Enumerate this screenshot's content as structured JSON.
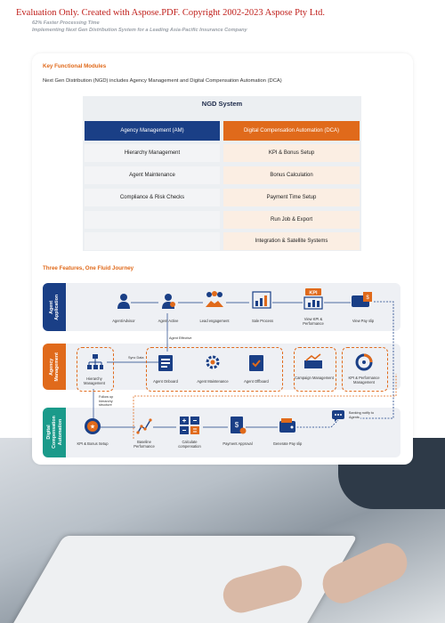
{
  "watermark": "Evaluation Only. Created with Aspose.PDF. Copyright 2002-2023 Aspose Pty Ltd.",
  "header": {
    "line1": "62% Faster Processing Time",
    "line2": "Implementing Next Gen Distribution System for a Leading Asia-Pacific Insurance Company"
  },
  "modules": {
    "title": "Key Functional Modules",
    "intro": "Next Gen Distribution (NGD) includes Agency Management and Digital Compensation Automation (DCA)"
  },
  "table": {
    "title": "NGD System",
    "col_am": "Agency Management (AM)",
    "col_dca": "Digital Compensation Automation (DCA)",
    "am": [
      "Hierarchy Management",
      "Agent Maintenance",
      "Compliance & Risk Checks"
    ],
    "dca": [
      "KPI & Bonus Setup",
      "Bonus Calculation",
      "Payment Time Setup",
      "Run Job & Export",
      "Integration & Satellite Systems"
    ]
  },
  "journey": {
    "title": "Three Features, One Fluid Journey",
    "lane1": "Agent Application",
    "lane2": "Agency Management",
    "lane3": "Digital Compensation Automation",
    "l1": [
      "Agent/Advisor",
      "Agent Active",
      "Lead engagement",
      "Sale Process",
      "View KPI & Performance",
      "View Pay slip"
    ],
    "l2": [
      "Hierarchy Management",
      "Sync Data",
      "Agent Onboard",
      "Agent Maintenance",
      "Agent Offboard",
      "Campaign Management",
      "KPI & Performance Management"
    ],
    "l3": [
      "KPI & Bonus Setup",
      "Baseline Performance",
      "Calculate compensation",
      "Payment Approval",
      "Generate Pay slip"
    ],
    "agent_effective": "Agent Effective",
    "follow_up": "Follow up hierarchy structure",
    "banking_notify": "Banking notify to Agents",
    "kpi_badge": "KPI"
  },
  "colors": {
    "navy": "#1a3f86",
    "orange": "#e06a1b",
    "teal": "#1a9a8a"
  }
}
